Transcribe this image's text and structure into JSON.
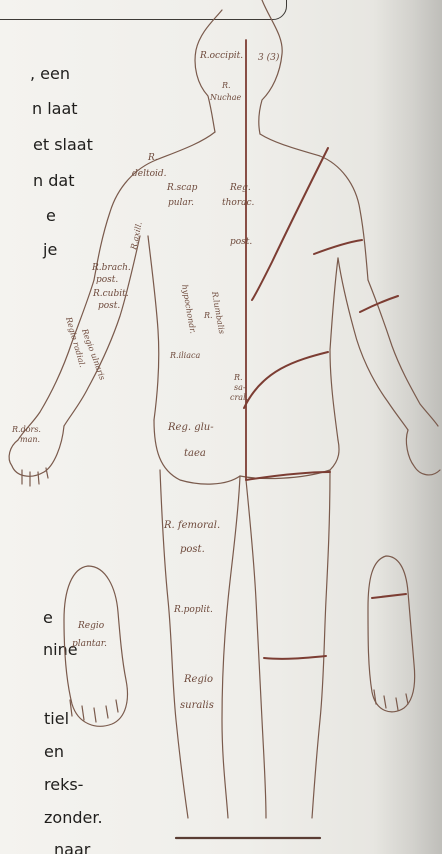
{
  "text_lines": [
    ", een",
    "n laat",
    "et slaat",
    "n dat",
    "e",
    "je",
    "e",
    "nine",
    "tiel",
    "en",
    "reks-",
    "zonder.",
    "naar"
  ],
  "regions": {
    "occipit": "R.occipit.",
    "nuchae": "R.",
    "nuchae2": "Nuchae",
    "fraction": "3 (3)",
    "deltoid": "R.",
    "deltoid2": "deltoid.",
    "scap1": "R.scap",
    "scap2": "pular.",
    "thorac1": "Reg.",
    "thorac2": "thorac.",
    "thorac3": "post.",
    "axill": "R.axill.",
    "brach1": "R.brach.",
    "brach2": "post.",
    "cubit1": "R.cubit.",
    "cubit2": "post.",
    "hypo": "R.",
    "hypo2": "hypochondr.",
    "lumbalis": "R.lumbalis",
    "ulnaris": "Regio ulnaris",
    "radial": "Regio radial.",
    "iliaca": "R.iliaca",
    "sacral1": "R.",
    "sacral2": "sa-",
    "sacral3": "cral.",
    "dors1": "R.dors.",
    "dors2": "man.",
    "glut1": "Reg. glu-",
    "glut2": "taea",
    "fem1": "R. femoral.",
    "fem2": "post.",
    "poplit": "R.poplit.",
    "sural1": "Regio",
    "sural2": "suralis",
    "plant1": "Regio",
    "plant2": "plantar."
  },
  "colors": {
    "ink": "#6e4a3c",
    "cut": "#7c3d33",
    "text": "#1f1e1c"
  }
}
